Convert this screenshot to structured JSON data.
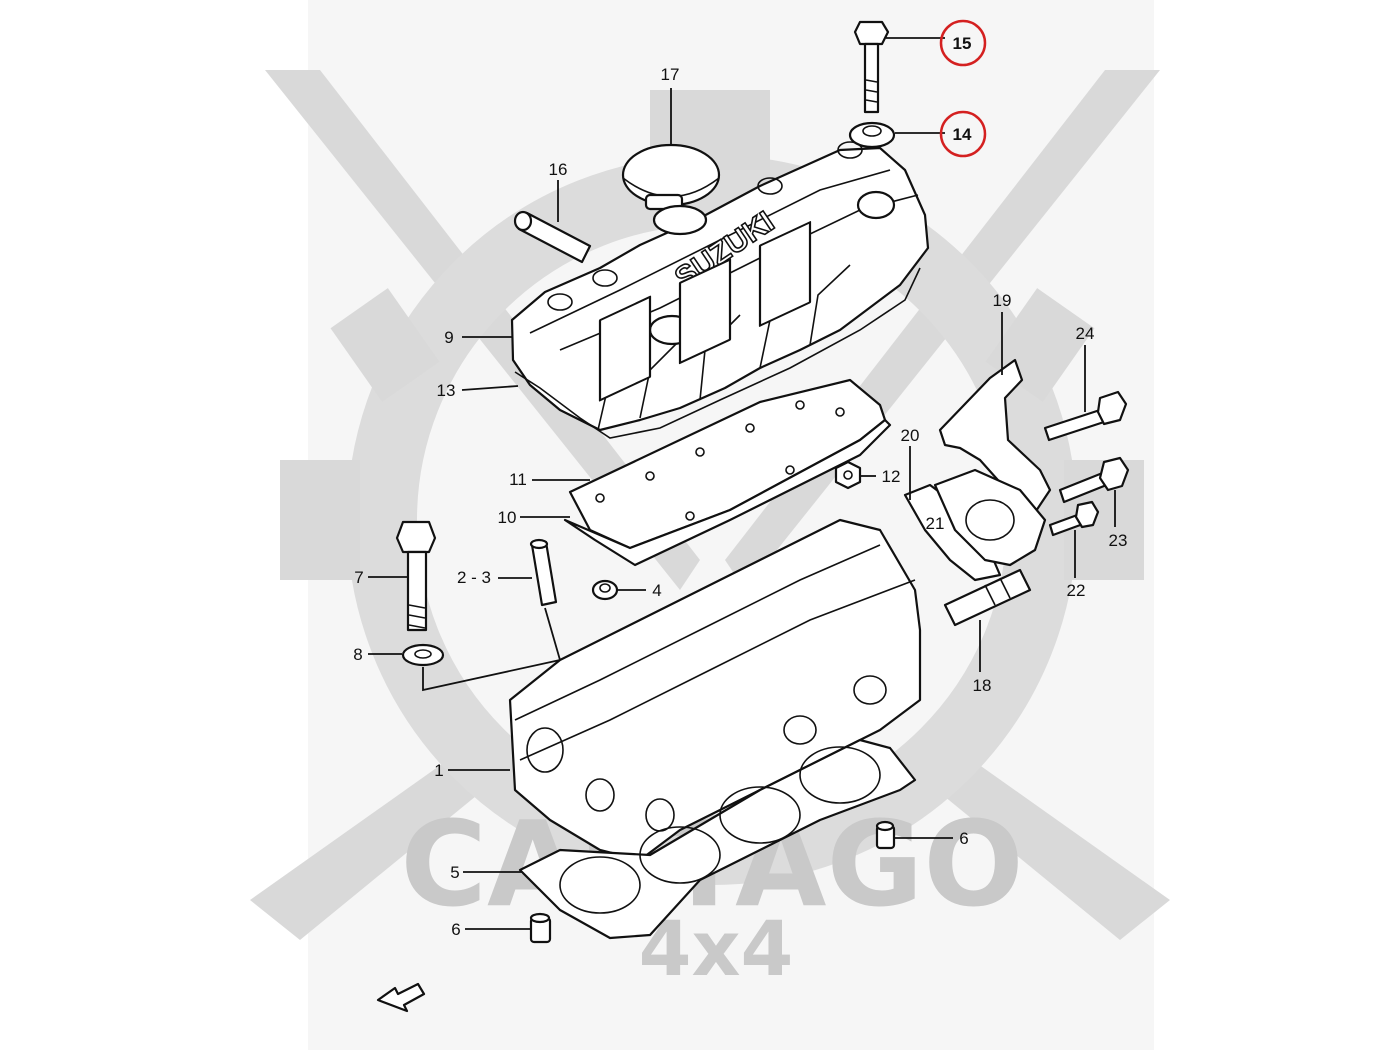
{
  "diagram": {
    "brand_mark": "SUZUKI",
    "watermark": {
      "line1": "CARTAGO",
      "line2": "4x4"
    },
    "highlight_color": "#d42020",
    "labels": {
      "l15": "15",
      "l14": "14",
      "l17": "17",
      "l16": "16",
      "l9": "9",
      "l13": "13",
      "l19": "19",
      "l24": "24",
      "l20": "20",
      "l11": "11",
      "l12": "12",
      "l21": "21",
      "l10": "10",
      "l23": "23",
      "l7": "7",
      "l2_3": "2 - 3",
      "l4": "4",
      "l22": "22",
      "l8": "8",
      "l18": "18",
      "l1": "1",
      "l6a": "6",
      "l5": "5",
      "l6b": "6"
    },
    "highlighted_labels": [
      "15",
      "14"
    ]
  }
}
